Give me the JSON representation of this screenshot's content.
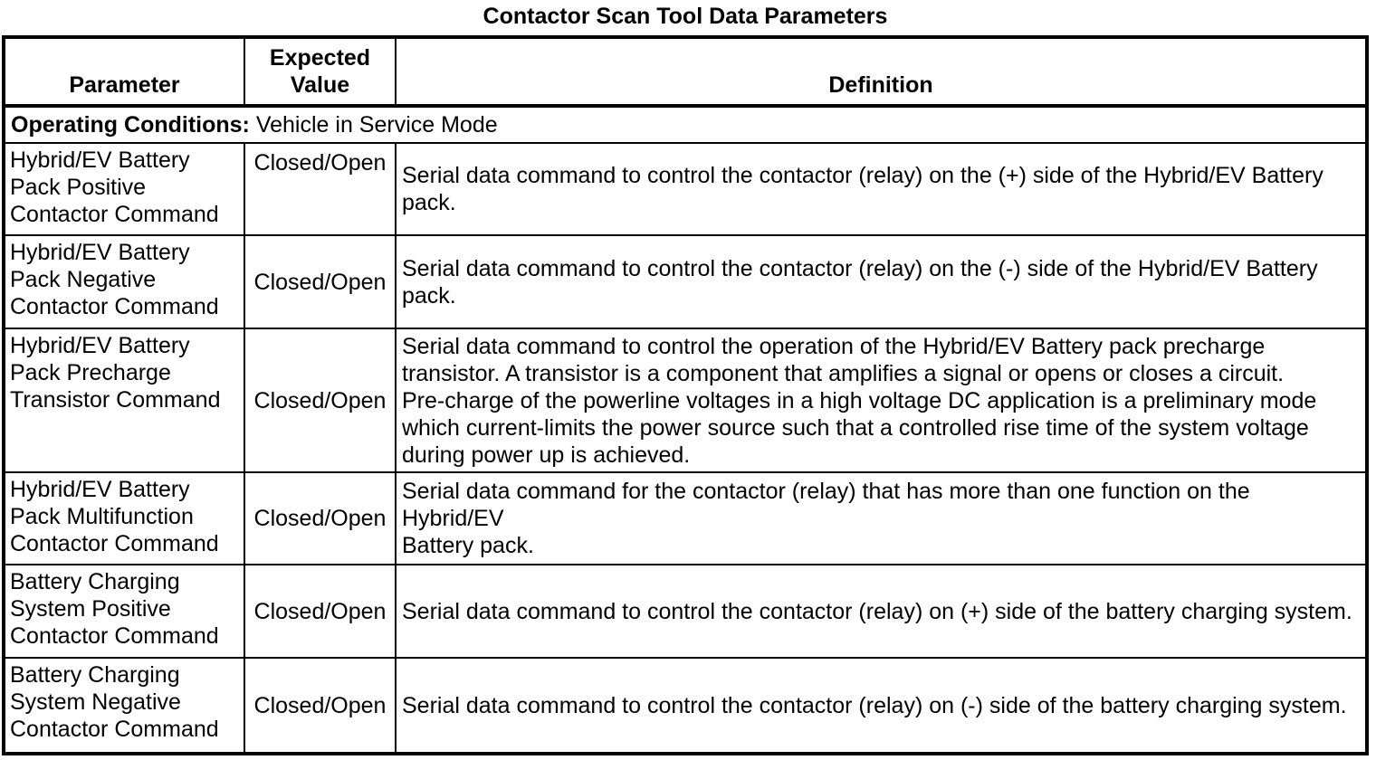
{
  "title": "Contactor Scan Tool Data Parameters",
  "table": {
    "headers": {
      "parameter": "Parameter",
      "expected_value": "Expected Value",
      "definition": "Definition"
    },
    "operating_conditions": {
      "label": "Operating Conditions:",
      "value": "Vehicle in Service Mode"
    },
    "rows": [
      {
        "parameter": "Hybrid/EV Battery\nPack Positive\nContactor Command",
        "expected_value": "Closed/Open",
        "definition": "Serial data command to control the contactor (relay) on the (+) side of the Hybrid/EV Battery\npack."
      },
      {
        "parameter": "Hybrid/EV Battery\nPack Negative\nContactor Command",
        "expected_value": "Closed/Open",
        "definition": "Serial data command to control the contactor (relay) on the (-) side of the Hybrid/EV Battery\npack."
      },
      {
        "parameter": "Hybrid/EV Battery\nPack Precharge\nTransistor Command",
        "expected_value": "Closed/Open",
        "definition": "Serial data command to control the operation of the Hybrid/EV Battery pack precharge\ntransistor. A transistor is a component that amplifies a signal or opens or closes a circuit.\nPre-charge of the powerline voltages in a high voltage DC application is a preliminary mode\nwhich current-limits the power source such that a controlled rise time of the system voltage\nduring power up is achieved."
      },
      {
        "parameter": "Hybrid/EV Battery\nPack Multifunction\nContactor Command",
        "expected_value": "Closed/Open",
        "definition": "Serial data command for the contactor (relay) that has more than one function on the Hybrid/EV\nBattery pack."
      },
      {
        "parameter": "Battery Charging\nSystem Positive\nContactor Command",
        "expected_value": "Closed/Open",
        "definition": "Serial data command to control the contactor (relay) on (+) side of the battery charging system."
      },
      {
        "parameter": "Battery Charging\nSystem Negative\nContactor Command",
        "expected_value": "Closed/Open",
        "definition": "Serial data command to control the contactor (relay) on (-) side of the battery charging system."
      }
    ]
  }
}
